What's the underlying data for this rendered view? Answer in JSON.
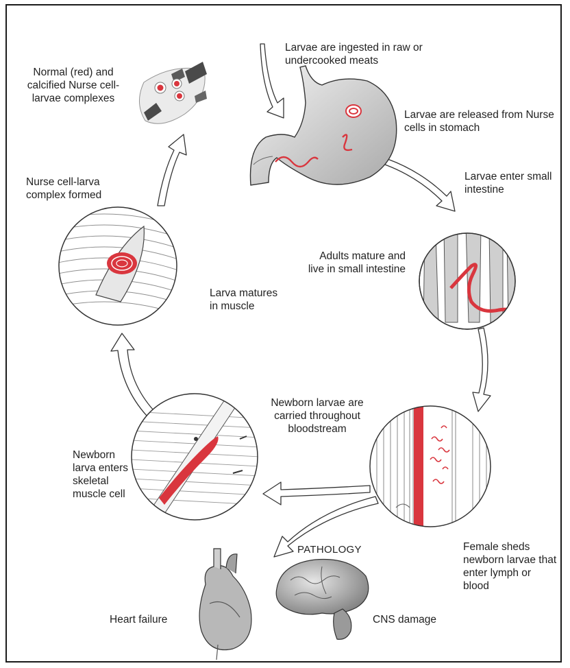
{
  "labels": {
    "ingested": "Larvae are ingested in raw or undercooked meats",
    "released": "Larvae are released from Nurse cells in stomach",
    "enter_intestine": "Larvae enter small intestine",
    "adults_mature": "Adults mature and live in small intestine",
    "female_sheds": "Female sheds newborn larvae that enter lymph or blood",
    "carried_bloodstream": "Newborn larvae are carried throughout bloodstream",
    "enters_muscle": "Newborn larva enters skeletal muscle cell",
    "matures_muscle": "Larva matures in muscle",
    "complex_formed": "Nurse cell-larva complex formed",
    "normal_calcified": "Normal (red) and calcified Nurse cell-larvae complexes",
    "pathology": "PATHOLOGY",
    "heart_failure": "Heart failure",
    "cns_damage": "CNS damage"
  },
  "colors": {
    "larva_red": "#d9363e",
    "tissue_gray": "#9a9a9a",
    "outline": "#2a2a2a"
  }
}
